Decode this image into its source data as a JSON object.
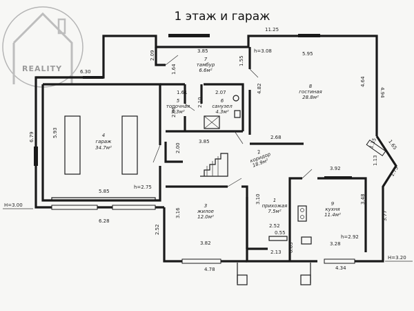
{
  "title": "1 этаж и гараж",
  "logo": {
    "text": "REALITY"
  },
  "rooms": [
    {
      "num": "4",
      "name": "гараж",
      "area": "34.7м²"
    },
    {
      "num": "5",
      "name": "топочная",
      "area": "3.3м²"
    },
    {
      "num": "6",
      "name": "санузел",
      "area": "4.3м²"
    },
    {
      "num": "7",
      "name": "тамбур",
      "area": "6.6м²"
    },
    {
      "num": "8",
      "name": "гостиная",
      "area": "28.8м²"
    },
    {
      "num": "2",
      "name": "коридор",
      "area": "18.9м²"
    },
    {
      "num": "3",
      "name": "жилое",
      "area": "12.0м²"
    },
    {
      "num": "1",
      "name": "прихожая",
      "area": "7.5м²"
    },
    {
      "num": "9",
      "name": "кухня",
      "area": "11.4м²"
    }
  ],
  "heights": {
    "garage": "h=2.75",
    "tambur": "h=3.08",
    "kitchen": "h=2.92",
    "left": "H=3.00",
    "right": "H=3.20"
  },
  "dims": [
    "11.25",
    "3.85",
    "5.95",
    "6.30",
    "2.09",
    "1.64",
    "1.55",
    "4.82",
    "4.64",
    "4.94",
    "1.61",
    "2.07",
    "2.06",
    "2.10",
    "3.85",
    "2.68",
    "5.93",
    "6.79",
    "5.85",
    "6.28",
    "2.00",
    "3.16",
    "3.82",
    "2.52",
    "4.78",
    "3.10",
    "2.52",
    "0.55",
    "2.13",
    "0.63",
    "3.92",
    "3.48",
    "3.28",
    "3.77",
    "4.34",
    "1.35",
    "1.65",
    "1.13",
    "1.73"
  ]
}
